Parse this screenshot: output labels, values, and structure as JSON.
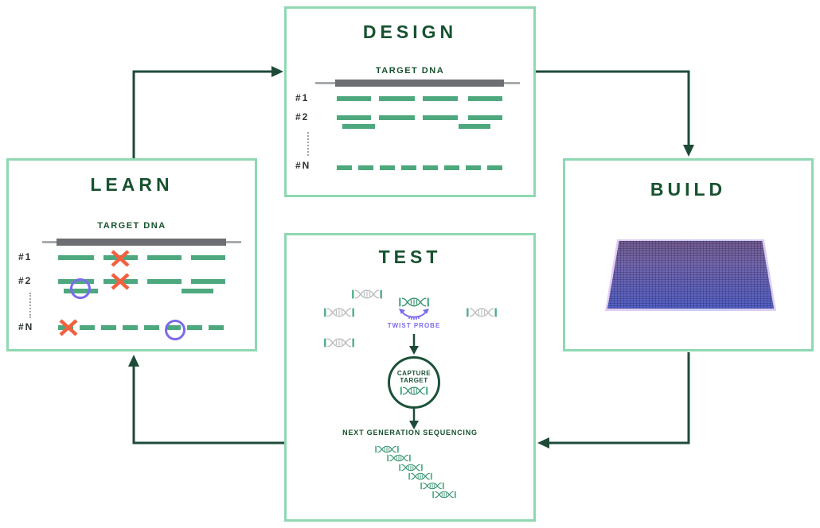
{
  "design": {
    "title": "DESIGN",
    "target_dna_label": "TARGET DNA",
    "row_labels": [
      "#1",
      "#2",
      "#N"
    ]
  },
  "build": {
    "title": "BUILD"
  },
  "test": {
    "title": "TEST",
    "twist_probe_label": "TWIST PROBE",
    "capture_target_line1": "CAPTURE",
    "capture_target_line2": "TARGET",
    "ngs_label": "NEXT GENERATION SEQUENCING"
  },
  "learn": {
    "title": "LEARN",
    "target_dna_label": "TARGET DNA",
    "row_labels": [
      "#1",
      "#2",
      "#N"
    ]
  },
  "flow_order": [
    "LEARN",
    "DESIGN",
    "BUILD",
    "TEST"
  ],
  "colors": {
    "box_border_mint": "#8fd8b2",
    "heading_green": "#17522f",
    "arrow_green": "#1d4b38",
    "fragment_green": "#4ea87e",
    "error_x_orange": "#f2603f",
    "variant_circle_purple": "#7a6bee",
    "probe_purple": "#7a6bee",
    "target_bar_gray": "#6d6e71",
    "target_bar_light_gray": "#a8abae",
    "dna_icon_gray": "#b9babd",
    "dna_cap_green": "#4fae85",
    "chip_purple": "#8a72a4",
    "chip_blue": "#5261c6"
  }
}
